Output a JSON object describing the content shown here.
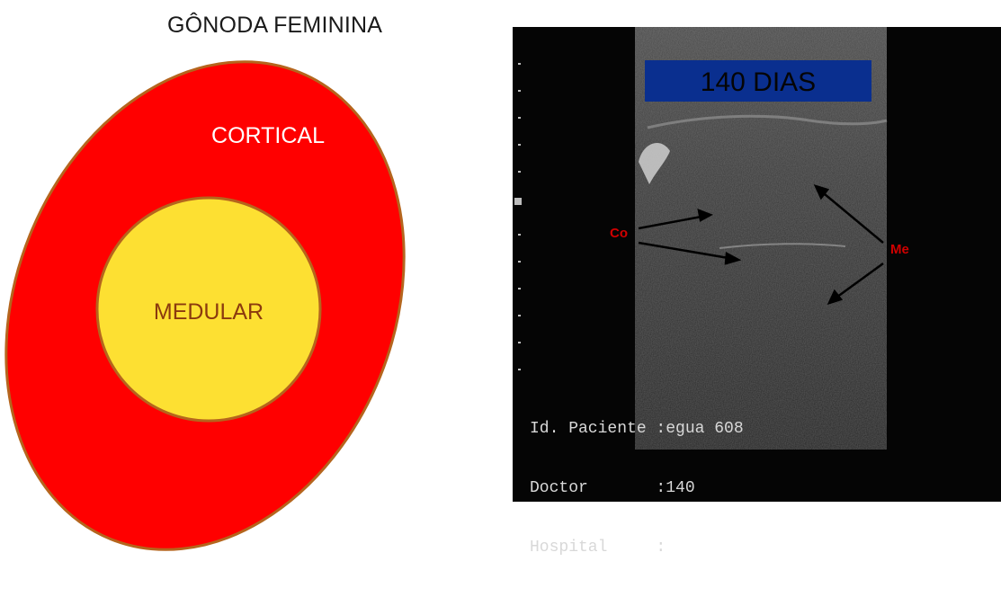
{
  "diagram": {
    "title": "GÔNODA FEMININA",
    "outer_label": "CORTICAL",
    "inner_label": "MEDULAR",
    "colors": {
      "outer_fill": "#ff0000",
      "outer_stroke": "#b5651d",
      "inner_fill": "#fde032",
      "inner_stroke": "#b5651d",
      "outer_text": "#ffffff",
      "inner_text": "#8b3a0e"
    }
  },
  "ultrasound": {
    "banner": "140 DIAS",
    "banner_color": "#0a2f8f",
    "marker_co": "Co",
    "marker_me": "Me",
    "marker_color": "#d00000",
    "info_lines": [
      "Id. Paciente :egua 608",
      "Doctor       :140",
      "Hospital     :"
    ]
  }
}
